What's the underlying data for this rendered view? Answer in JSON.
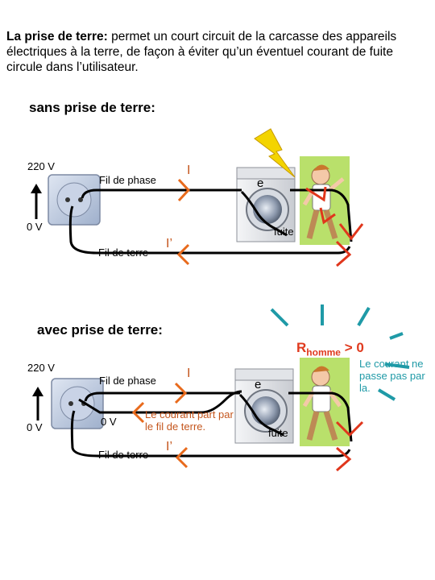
{
  "intro": {
    "bold": "La prise de terre:",
    "text": " permet un court circuit de la carcasse des appareils électriques à la terre, de façon à éviter qu’un éventuel courant de fuite circule dans l’utilisateur."
  },
  "top": {
    "heading": "sans prise de terre:",
    "v220": "220 V",
    "v0": "0 V",
    "phase": "Fil de phase",
    "earth": "Fil de terre",
    "i_phase": "I",
    "i_earth": "I’",
    "electron": "e",
    "leak": "fuite"
  },
  "bottom": {
    "heading": "avec prise de terre:",
    "r_main": "R",
    "r_sub": "homme",
    "r_rest": " > 0",
    "v220": "220 V",
    "v0_left": "0 V",
    "v0_mid": "0 V",
    "phase": "Fil de phase",
    "earth": "Fil de terre",
    "i_phase": "I",
    "i_earth": "I’",
    "electron": "e",
    "leak": "fuite",
    "note_earth": "Le courant part par le fil de terre.",
    "note_body": "Le courant ne passe pas par la."
  },
  "colors": {
    "wire": "#000000",
    "arrow_orange": "#e86a1c",
    "arrow_red": "#e0361c",
    "bolt": "#f3d400",
    "teal": "#1f9aa7"
  }
}
